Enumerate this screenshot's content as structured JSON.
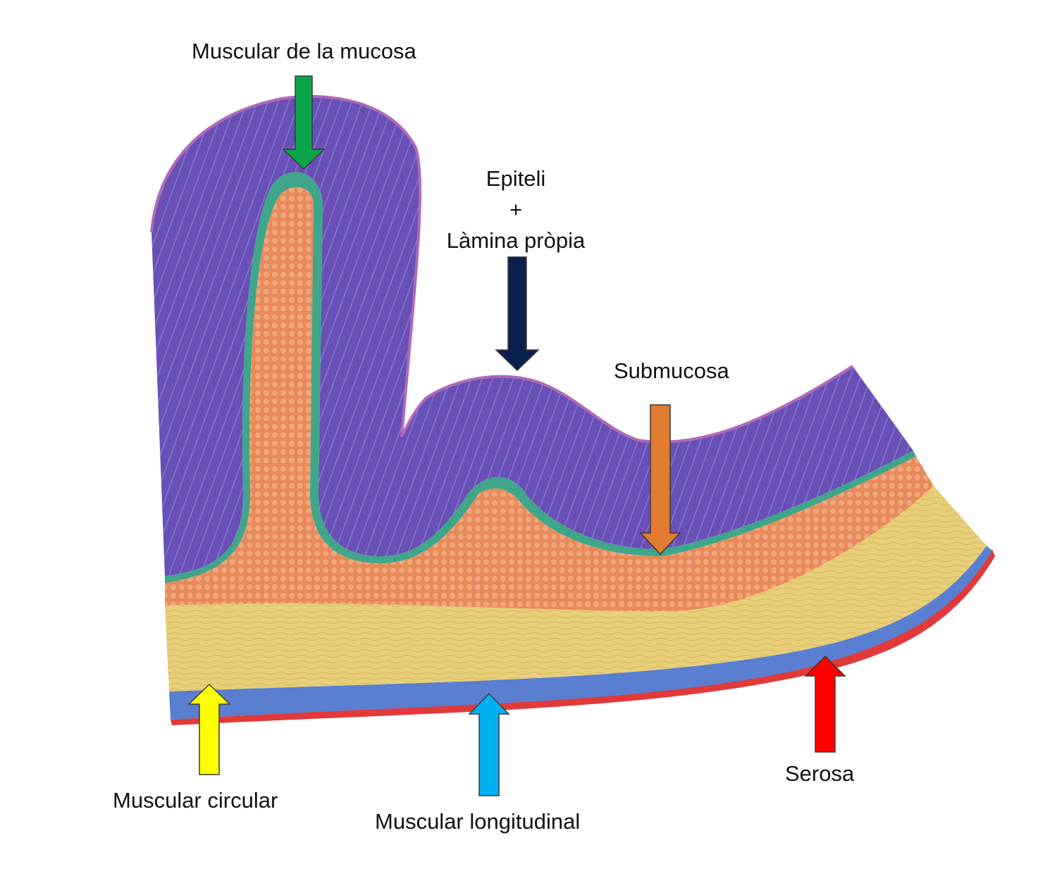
{
  "labels": {
    "muscular_mucosa": "Muscular de la mucosa",
    "epiteli_line1": "Epiteli",
    "epiteli_line2": "+",
    "epiteli_line3": "Làmina pròpia",
    "submucosa": "Submucosa",
    "muscular_circular": "Muscular circular",
    "muscular_longitudinal": "Muscular longitudinal",
    "serosa": "Serosa"
  },
  "colors": {
    "mucosa_purple": "#6a4fb6",
    "muscularis_mucosae_green": "#3fa68a",
    "submucosa_orange": "#e8895a",
    "circular_yellow": "#e7cf78",
    "longitudinal_blue": "#5a7fd0",
    "serosa_red": "#e23a3a",
    "arrow_green": "#0aa54a",
    "arrow_navy": "#0b1f4f",
    "arrow_orange": "#e37b30",
    "arrow_yellow": "#ffff00",
    "arrow_cyan": "#00b0f0",
    "arrow_red": "#ff0000"
  }
}
